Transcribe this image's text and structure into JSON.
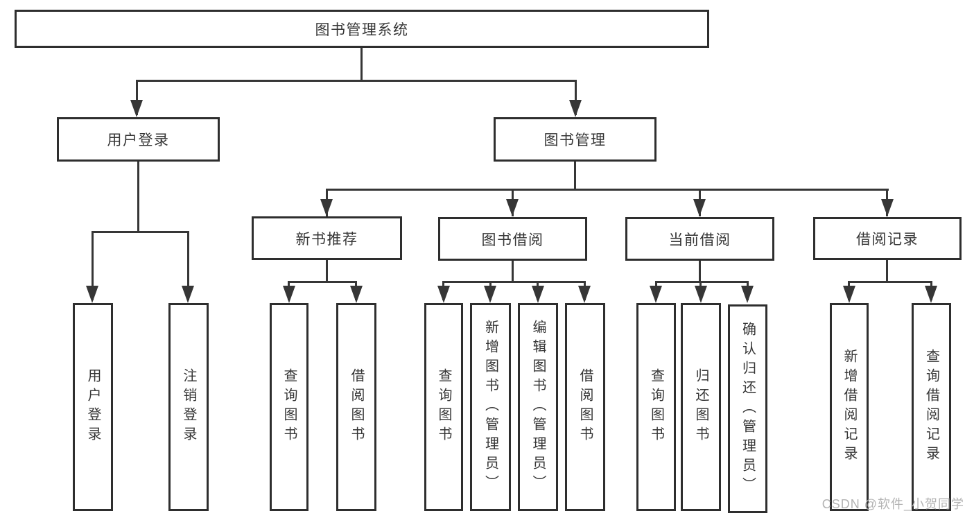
{
  "tree": {
    "root": {
      "label": "图书管理系统",
      "children": [
        {
          "label": "用户登录",
          "children": [
            {
              "label": "用户登录"
            },
            {
              "label": "注销登录"
            }
          ]
        },
        {
          "label": "图书管理",
          "children": [
            {
              "label": "新书推荐",
              "children": [
                {
                  "label": "查询图书"
                },
                {
                  "label": "借阅图书"
                }
              ]
            },
            {
              "label": "图书借阅",
              "children": [
                {
                  "label": "查询图书"
                },
                {
                  "label": "新增图书（管理员）"
                },
                {
                  "label": "编辑图书（管理员）"
                },
                {
                  "label": "借阅图书"
                }
              ]
            },
            {
              "label": "当前借阅",
              "children": [
                {
                  "label": "查询图书"
                },
                {
                  "label": "归还图书"
                },
                {
                  "label": "确认归还（管理员）"
                }
              ]
            },
            {
              "label": "借阅记录",
              "children": [
                {
                  "label": "新增借阅记录"
                },
                {
                  "label": "查询借阅记录"
                }
              ]
            }
          ]
        }
      ]
    }
  },
  "watermark": {
    "text": "CSDN @软件_小贺同学"
  },
  "colors": {
    "box_border": "#2e2e2e",
    "line": "#363636",
    "text": "#363636",
    "watermark": "#b3b3b3",
    "background": "#ffffff"
  }
}
